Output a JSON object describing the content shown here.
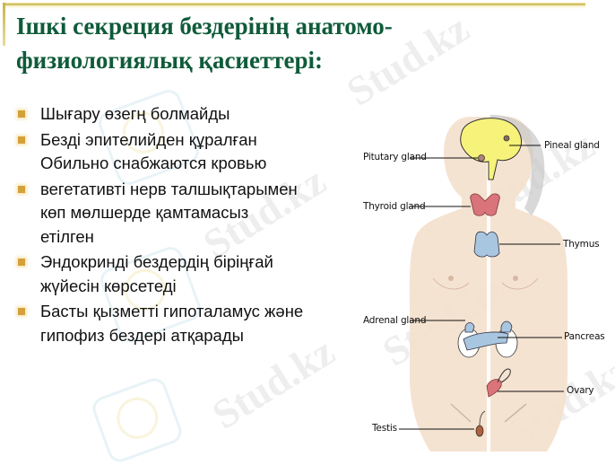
{
  "slide": {
    "title_lines": [
      "Ішкі секреция бездерінің анатомо-",
      "физиологиялық қасиеттері:"
    ],
    "bullets": [
      {
        "lines": [
          "Шығару өзегң болмайды"
        ]
      },
      {
        "lines": [
          "Безді эпителийден құралған",
          "Обильно снабжаются кровью"
        ]
      },
      {
        "lines": [
          "вегетативті нерв талшықтарымен",
          "көп мөлшерде қамтамасыз",
          "етілген"
        ]
      },
      {
        "lines": [
          "Эндокринді бездердің біріңғай",
          "жүйесін көрсетеді"
        ]
      },
      {
        "lines": [
          "Басты қызметті гипоталамус және",
          "гипофиз бездері атқарады"
        ]
      }
    ],
    "watermark_text": "Stud.kz",
    "colors": {
      "title": "#0f5b3a",
      "bullet_marker": "#d4a03a",
      "frame_gold": "#c9b34c"
    }
  },
  "figure": {
    "labels": {
      "pituitary": "Pitutary gland",
      "pineal": "Pineal gland",
      "thyroid": "Thyroid gland",
      "thymus": "Thymus",
      "adrenal": "Adrenal gland",
      "pancreas": "Pancreas",
      "ovary": "Ovary",
      "testis": "Testis"
    }
  }
}
